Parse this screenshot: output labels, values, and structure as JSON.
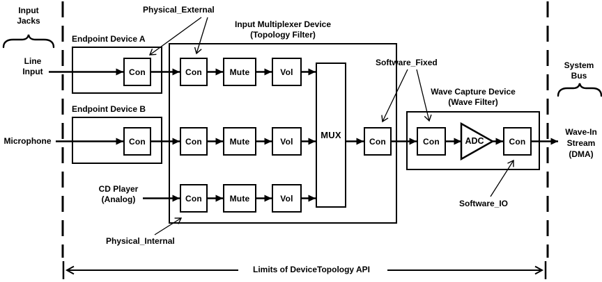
{
  "background": "#ffffff",
  "line_color": "#000000",
  "labels": {
    "input_jacks_line1": "Input",
    "input_jacks_line2": "Jacks",
    "line_input_line1": "Line",
    "line_input_line2": "Input",
    "microphone": "Microphone",
    "cd_player_line1": "CD Player",
    "cd_player_line2": "(Analog)",
    "endpoint_device_a": "Endpoint Device A",
    "endpoint_device_b": "Endpoint Device B",
    "mux_device_line1": "Input Multiplexer Device",
    "mux_device_line2": "(Topology Filter)",
    "wave_device_line1": "Wave Capture Device",
    "wave_device_line2": "(Wave Filter)",
    "physical_external": "Physical_External",
    "physical_internal": "Physical_Internal",
    "software_fixed": "Software_Fixed",
    "software_io": "Software_IO",
    "system_bus_line1": "System",
    "system_bus_line2": "Bus",
    "wave_in_line1": "Wave-In",
    "wave_in_line2": "Stream",
    "wave_in_line3": "(DMA)",
    "limits_caption": "Limits of DeviceTopology API"
  },
  "nodes": {
    "endpoint_a_con": "Con",
    "endpoint_b_con": "Con",
    "row1_con": "Con",
    "row1_mute": "Mute",
    "row1_vol": "Vol",
    "row2_con": "Con",
    "row2_mute": "Mute",
    "row2_vol": "Vol",
    "row3_con": "Con",
    "row3_mute": "Mute",
    "row3_vol": "Vol",
    "mux": "MUX",
    "post_mux_con": "Con",
    "wave_in_con": "Con",
    "adc": "ADC",
    "wave_out_con": "Con"
  }
}
